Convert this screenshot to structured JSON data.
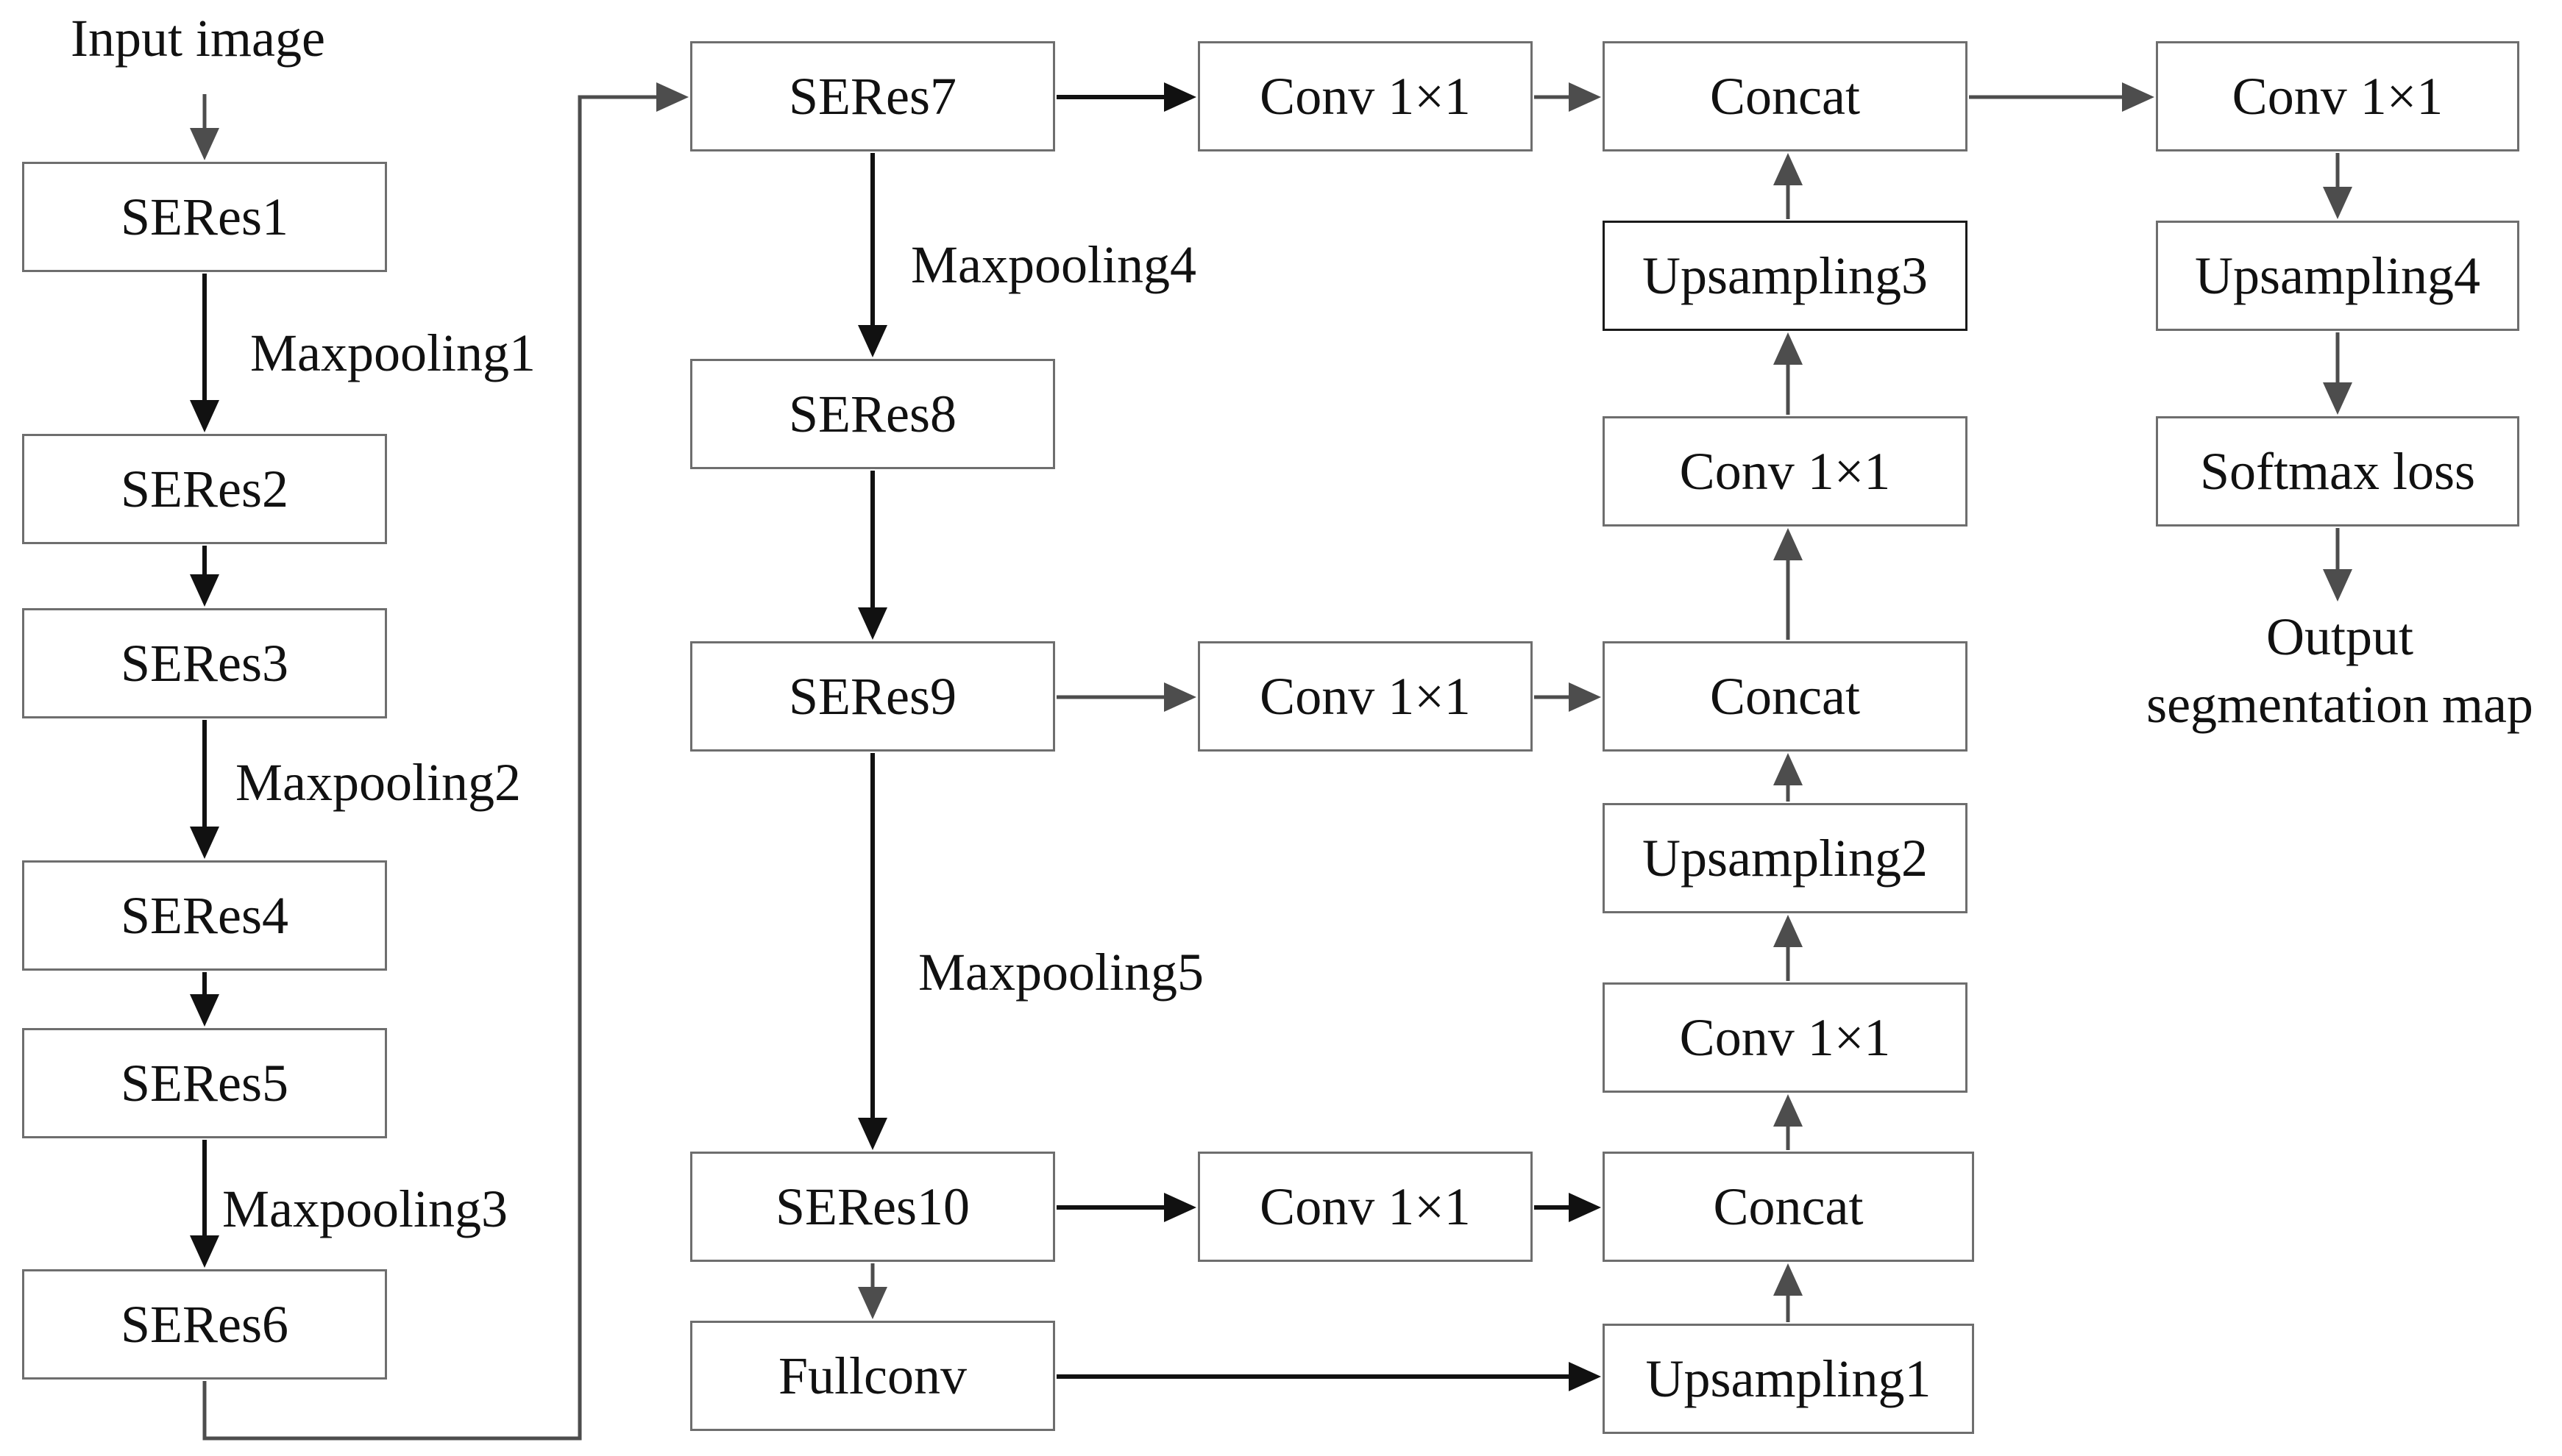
{
  "colors": {
    "dark": "#111111",
    "gray": "#4d4d4d",
    "box_border": "#6e6e6e"
  },
  "input_label": "Input image",
  "output_label": [
    "Output",
    "segmentation map"
  ],
  "nodes": {
    "seres1": "SERes1",
    "seres2": "SERes2",
    "seres3": "SERes3",
    "seres4": "SERes4",
    "seres5": "SERes5",
    "seres6": "SERes6",
    "seres7": "SERes7",
    "seres8": "SERes8",
    "seres9": "SERes9",
    "seres10": "SERes10",
    "fullconv": "Fullconv",
    "conv_a": "Conv 1×1",
    "conv_b": "Conv 1×1",
    "conv_c": "Conv 1×1",
    "concat1": "Concat",
    "concat2": "Concat",
    "concat3": "Concat",
    "upsampling1": "Upsampling1",
    "upsampling2": "Upsampling2",
    "upsampling3": "Upsampling3",
    "conv_up2": "Conv  1×1",
    "conv_up3": "Conv  1×1",
    "conv_final": "Conv  1×1",
    "upsampling4": "Upsampling4",
    "softmax": "Softmax loss"
  },
  "edge_labels": {
    "maxpooling1": "Maxpooling1",
    "maxpooling2": "Maxpooling2",
    "maxpooling3": "Maxpooling3",
    "maxpooling4": "Maxpooling4",
    "maxpooling5": "Maxpooling5"
  }
}
